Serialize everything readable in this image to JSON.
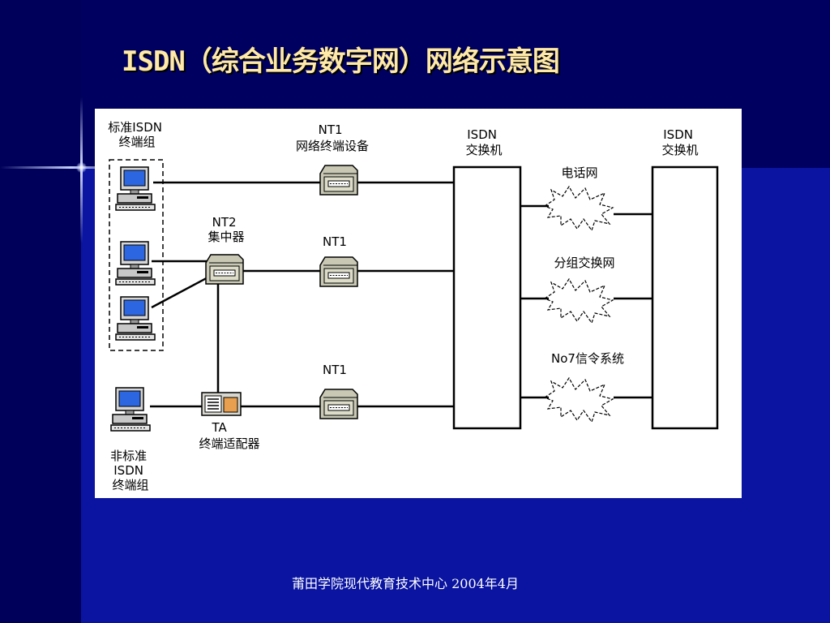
{
  "title": "ISDN（综合业务数字网）网络示意图",
  "footer": "莆田学院现代教育技术中心 2004年4月",
  "diagram": {
    "std_group": [
      "标准ISDN",
      "终端组"
    ],
    "nonstd_group": [
      "非标准",
      "ISDN",
      "终端组"
    ],
    "nt1_top": [
      "NT1",
      "网络终端设备"
    ],
    "nt1_mid": "NT1",
    "nt1_bot": "NT1",
    "nt2": [
      "NT2",
      "集中器"
    ],
    "ta": [
      "TA",
      "终端适配器"
    ],
    "switch_left": [
      "ISDN",
      "交换机"
    ],
    "switch_right": [
      "ISDN",
      "交换机"
    ],
    "net_phone": "电话网",
    "net_packet": "分组交换网",
    "net_no7": "No7信令系统"
  }
}
